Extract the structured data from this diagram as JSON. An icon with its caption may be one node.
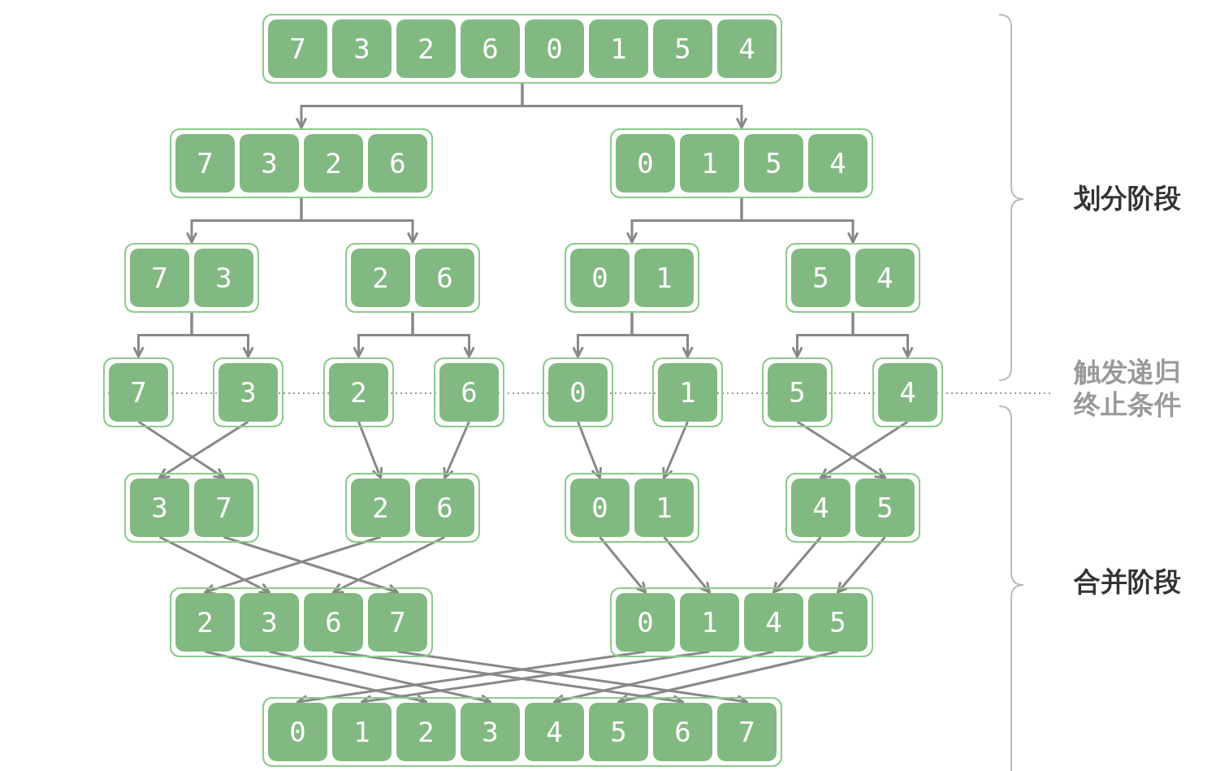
{
  "diagram": {
    "nodes": [
      {
        "text": [],
        "shape": "box"
      },
      {
        "text": [
          "7"
        ],
        "in": 0
      },
      {
        "text": [
          "3"
        ],
        "in": 0
      },
      {
        "text": [
          "2"
        ],
        "in": 0
      },
      {
        "text": [
          "6"
        ],
        "in": 0
      },
      {
        "text": [
          "0"
        ],
        "in": 0
      },
      {
        "text": [
          "1"
        ],
        "in": 0
      },
      {
        "text": [
          "5"
        ],
        "in": 0
      },
      {
        "text": [
          "4"
        ],
        "in": 0
      },
      {
        "text": [],
        "shape": "box"
      },
      {
        "text": [
          "7"
        ],
        "in": 9
      },
      {
        "text": [
          "3"
        ],
        "in": 9
      },
      {
        "text": [
          "2"
        ],
        "in": 9
      },
      {
        "text": [
          "6"
        ],
        "in": 9
      },
      {
        "text": [],
        "shape": "box"
      },
      {
        "text": [
          "0"
        ],
        "in": 14
      },
      {
        "text": [
          "1"
        ],
        "in": 14
      },
      {
        "text": [
          "5"
        ],
        "in": 14
      },
      {
        "text": [
          "4"
        ],
        "in": 14
      },
      {
        "text": [],
        "shape": "box"
      },
      {
        "text": [
          "7"
        ],
        "in": 19
      },
      {
        "text": [
          "3"
        ],
        "in": 19
      },
      {
        "text": [],
        "shape": "box"
      },
      {
        "text": [
          "2"
        ],
        "in": 22
      },
      {
        "text": [
          "6"
        ],
        "in": 22
      },
      {
        "text": [],
        "shape": "box"
      },
      {
        "text": [
          "0"
        ],
        "in": 25
      },
      {
        "text": [
          "1"
        ],
        "in": 25
      },
      {
        "text": [],
        "shape": "box"
      },
      {
        "text": [
          "5"
        ],
        "in": 28
      },
      {
        "text": [
          "4"
        ],
        "in": 28
      },
      {
        "text": [],
        "shape": "box"
      },
      {
        "text": [
          "7"
        ],
        "in": 31
      },
      {
        "text": [],
        "shape": "box"
      },
      {
        "text": [
          "3"
        ],
        "in": 33
      },
      {
        "text": [],
        "shape": "box"
      },
      {
        "text": [
          "2"
        ],
        "in": 35
      },
      {
        "text": [],
        "shape": "box"
      },
      {
        "text": [
          "6"
        ],
        "in": 37
      },
      {
        "text": [],
        "shape": "box"
      },
      {
        "text": [
          "0"
        ],
        "in": 39
      },
      {
        "text": [],
        "shape": "box"
      },
      {
        "text": [
          "1"
        ],
        "in": 41
      },
      {
        "text": [],
        "shape": "box"
      },
      {
        "text": [
          "5"
        ],
        "in": 43
      },
      {
        "text": [],
        "shape": "box"
      },
      {
        "text": [
          "4"
        ],
        "in": 45
      },
      {
        "text": [],
        "shape": "box"
      },
      {
        "text": [
          "3"
        ],
        "in": 47
      },
      {
        "text": [
          "7"
        ],
        "in": 47
      },
      {
        "text": [],
        "shape": "box"
      },
      {
        "text": [
          "2"
        ],
        "in": 50
      },
      {
        "text": [
          "6"
        ],
        "in": 50
      },
      {
        "text": [],
        "shape": "box"
      },
      {
        "text": [
          "0"
        ],
        "in": 53
      },
      {
        "text": [
          "1"
        ],
        "in": 53
      },
      {
        "text": [],
        "shape": "box"
      },
      {
        "text": [
          "4"
        ],
        "in": 56
      },
      {
        "text": [
          "5"
        ],
        "in": 56
      },
      {
        "text": [],
        "shape": "box"
      },
      {
        "text": [
          "2"
        ],
        "in": 59
      },
      {
        "text": [
          "3"
        ],
        "in": 59
      },
      {
        "text": [
          "6"
        ],
        "in": 59
      },
      {
        "text": [
          "7"
        ],
        "in": 59
      },
      {
        "text": [],
        "shape": "box"
      },
      {
        "text": [
          "0"
        ],
        "in": 64
      },
      {
        "text": [
          "1"
        ],
        "in": 64
      },
      {
        "text": [
          "4"
        ],
        "in": 64
      },
      {
        "text": [
          "5"
        ],
        "in": 64
      },
      {
        "text": [],
        "shape": "box"
      },
      {
        "text": [
          "0"
        ],
        "in": 69
      },
      {
        "text": [
          "1"
        ],
        "in": 69
      },
      {
        "text": [
          "2"
        ],
        "in": 69
      },
      {
        "text": [
          "3"
        ],
        "in": 69
      },
      {
        "text": [
          "4"
        ],
        "in": 69
      },
      {
        "text": [
          "5"
        ],
        "in": 69
      },
      {
        "text": [
          "6"
        ],
        "in": 69
      },
      {
        "text": [
          "7"
        ],
        "in": 69
      }
    ],
    "edges": [
      {
        "from": 0,
        "to": 9,
        "arrow": "to"
      },
      {
        "from": 0,
        "to": 14,
        "arrow": "to"
      },
      {
        "from": 9,
        "to": 19,
        "arrow": "to"
      },
      {
        "from": 9,
        "to": 22,
        "arrow": "to"
      },
      {
        "from": 14,
        "to": 25,
        "arrow": "to"
      },
      {
        "from": 14,
        "to": 28,
        "arrow": "to"
      },
      {
        "from": 19,
        "to": 31,
        "arrow": "to"
      },
      {
        "from": 19,
        "to": 33,
        "arrow": "to"
      },
      {
        "from": 22,
        "to": 35,
        "arrow": "to"
      },
      {
        "from": 22,
        "to": 37,
        "arrow": "to"
      },
      {
        "from": 25,
        "to": 39,
        "arrow": "to"
      },
      {
        "from": 25,
        "to": 41,
        "arrow": "to"
      },
      {
        "from": 28,
        "to": 43,
        "arrow": "to"
      },
      {
        "from": 28,
        "to": 45,
        "arrow": "to"
      },
      {
        "from": 32,
        "to": 49,
        "arrow": "to"
      },
      {
        "from": 34,
        "to": 48,
        "arrow": "to"
      },
      {
        "from": 36,
        "to": 51,
        "arrow": "to"
      },
      {
        "from": 38,
        "to": 52,
        "arrow": "to"
      },
      {
        "from": 40,
        "to": 54,
        "arrow": "to"
      },
      {
        "from": 42,
        "to": 55,
        "arrow": "to"
      },
      {
        "from": 44,
        "to": 58,
        "arrow": "to"
      },
      {
        "from": 46,
        "to": 57,
        "arrow": "to"
      },
      {
        "from": 48,
        "to": 61,
        "arrow": "to"
      },
      {
        "from": 49,
        "to": 63,
        "arrow": "to"
      },
      {
        "from": 51,
        "to": 60,
        "arrow": "to"
      },
      {
        "from": 52,
        "to": 62,
        "arrow": "to"
      },
      {
        "from": 54,
        "to": 65,
        "arrow": "to"
      },
      {
        "from": 55,
        "to": 66,
        "arrow": "to"
      },
      {
        "from": 57,
        "to": 67,
        "arrow": "to"
      },
      {
        "from": 58,
        "to": 68,
        "arrow": "to"
      },
      {
        "from": 60,
        "to": 72,
        "arrow": "to"
      },
      {
        "from": 61,
        "to": 73,
        "arrow": "to"
      },
      {
        "from": 62,
        "to": 76,
        "arrow": "to"
      },
      {
        "from": 63,
        "to": 77,
        "arrow": "to"
      },
      {
        "from": 65,
        "to": 70,
        "arrow": "to"
      },
      {
        "from": 66,
        "to": 71,
        "arrow": "to"
      },
      {
        "from": 67,
        "to": 74,
        "arrow": "to"
      },
      {
        "from": 68,
        "to": 75,
        "arrow": "to"
      }
    ],
    "labels": [
      "划分阶段",
      "触发递归终止条件",
      "合并阶段"
    ]
  }
}
